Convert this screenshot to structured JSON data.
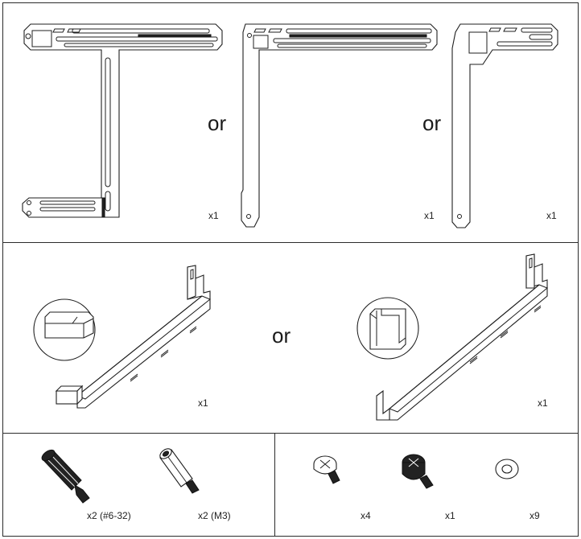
{
  "brackets": {
    "or_left": "or",
    "or_right": "or",
    "qty_a": "x1",
    "qty_b": "x1",
    "qty_c": "x1"
  },
  "supports": {
    "or_middle": "or",
    "qty_a": "x1",
    "qty_b": "x1"
  },
  "hardware_left": {
    "qty_standoff_632": "x2 (#6-32)",
    "qty_standoff_m3": "x2 (M3)"
  },
  "hardware_right": {
    "qty_screw": "x4",
    "qty_thumbscrew": "x1",
    "qty_washer": "x9"
  }
}
